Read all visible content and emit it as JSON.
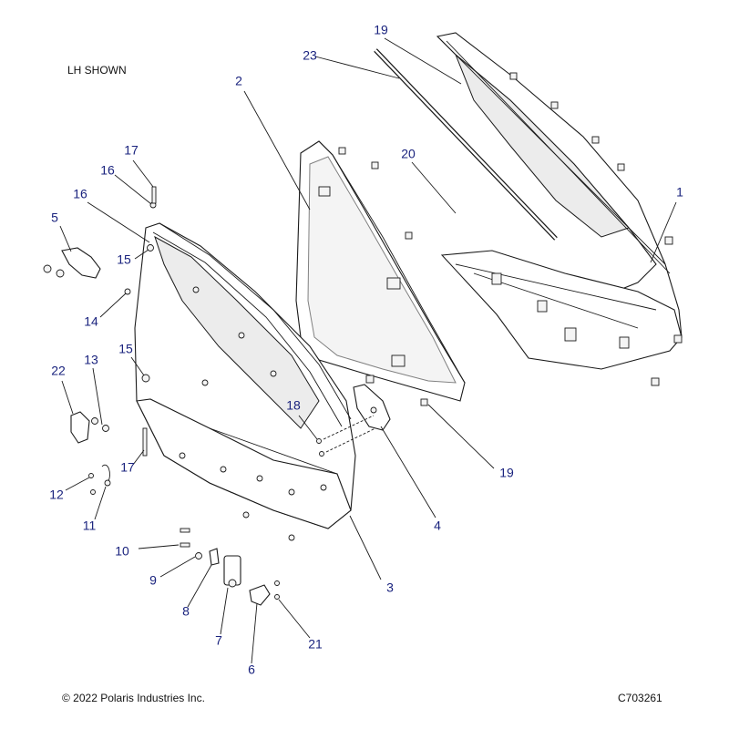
{
  "header_note": "LH SHOWN",
  "footer": {
    "copyright": "© 2022 Polaris Industries Inc.",
    "diagram_code": "C703261"
  },
  "colors": {
    "callout": "#1a237e",
    "line": "#1a1a1a",
    "shade": "#ececec"
  },
  "callouts": [
    {
      "id": "c1",
      "label": "1"
    },
    {
      "id": "c2",
      "label": "2"
    },
    {
      "id": "c3",
      "label": "3"
    },
    {
      "id": "c4",
      "label": "4"
    },
    {
      "id": "c5",
      "label": "5"
    },
    {
      "id": "c6",
      "label": "6"
    },
    {
      "id": "c7",
      "label": "7"
    },
    {
      "id": "c8",
      "label": "8"
    },
    {
      "id": "c9",
      "label": "9"
    },
    {
      "id": "c10",
      "label": "10"
    },
    {
      "id": "c11",
      "label": "11"
    },
    {
      "id": "c12",
      "label": "12"
    },
    {
      "id": "c13",
      "label": "13"
    },
    {
      "id": "c14",
      "label": "14"
    },
    {
      "id": "c15a",
      "label": "15"
    },
    {
      "id": "c15b",
      "label": "15"
    },
    {
      "id": "c16a",
      "label": "16"
    },
    {
      "id": "c16b",
      "label": "16"
    },
    {
      "id": "c17a",
      "label": "17"
    },
    {
      "id": "c17b",
      "label": "17"
    },
    {
      "id": "c18",
      "label": "18"
    },
    {
      "id": "c19a",
      "label": "19"
    },
    {
      "id": "c19b",
      "label": "19"
    },
    {
      "id": "c20",
      "label": "20"
    },
    {
      "id": "c21",
      "label": "21"
    },
    {
      "id": "c22",
      "label": "22"
    },
    {
      "id": "c23",
      "label": "23"
    }
  ]
}
